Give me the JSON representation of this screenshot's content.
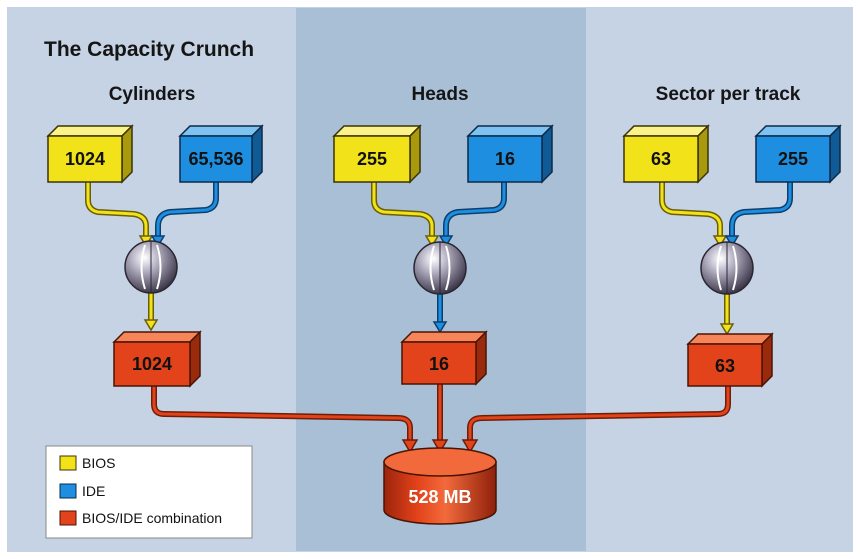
{
  "title": "The Capacity Crunch",
  "columns": [
    {
      "heading": "Cylinders",
      "bios": "1024",
      "ide": "65,536",
      "result": "1024",
      "result_source": "bios"
    },
    {
      "heading": "Heads",
      "bios": "255",
      "ide": "16",
      "result": "16",
      "result_source": "ide"
    },
    {
      "heading": "Sector per track",
      "bios": "63",
      "ide": "255",
      "result": "63",
      "result_source": "bios"
    }
  ],
  "total": "528 MB",
  "legend": [
    {
      "label": "BIOS",
      "color": "#f2e21a"
    },
    {
      "label": "IDE",
      "color": "#1e8fe0"
    },
    {
      "label": "BIOS/IDE combination",
      "color": "#e3431a"
    }
  ],
  "colors": {
    "background": "#c5d3e4",
    "band": "#a8bfd6",
    "bios": "#f2e21a",
    "ide": "#1e8fe0",
    "combination": "#e3431a"
  }
}
